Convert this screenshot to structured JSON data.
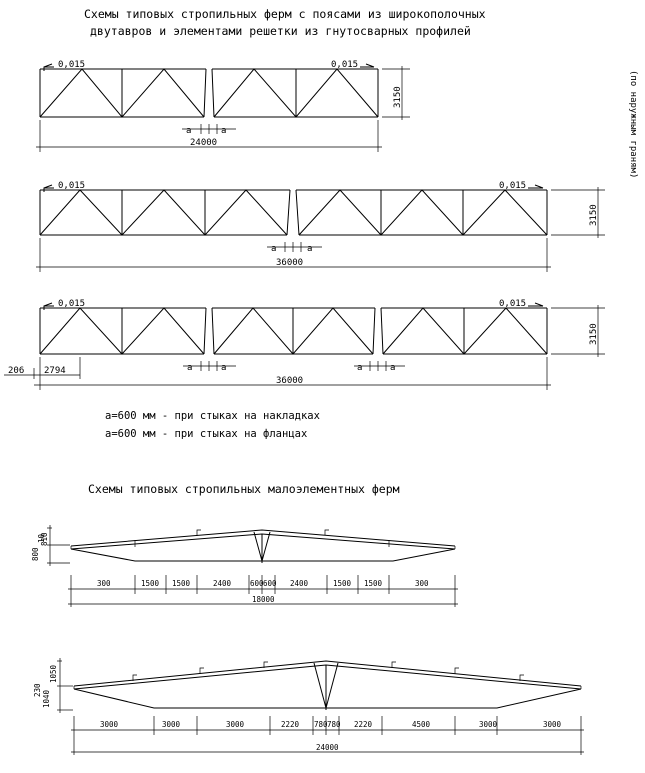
{
  "titles": {
    "section_1_line_1": "Схемы типовых стропильных ферм с поясами из широкополочных",
    "section_1_line_2": "двутавров и элементами решетки из гнутосварных профилей",
    "section_2": "Схемы типовых стропильных малоэлементных ферм"
  },
  "slope_label": "0,015",
  "joint_gap_label": "а",
  "side_note": "(по наружным граням)",
  "trusses": [
    {
      "span_label": "24000",
      "height_label": "3150"
    },
    {
      "span_label": "36000",
      "height_label": "3150"
    },
    {
      "span_label": "36000",
      "height_label": "3150",
      "left_dims": [
        "206",
        "2794"
      ]
    }
  ],
  "notes": [
    "а=600 мм - при стыках на накладках",
    "а=600 мм - при стыках на фланцах"
  ],
  "small_trusses": [
    {
      "height_labels": [
        "10",
        "800",
        "810"
      ],
      "segments": [
        "300",
        "1500",
        "1500",
        "2400",
        "600",
        "600",
        "2400",
        "1500",
        "1500",
        "300"
      ],
      "total_label": "18000"
    },
    {
      "height_labels": [
        "1050",
        "1040",
        "230"
      ],
      "segments": [
        "3000",
        "3000",
        "3000",
        "2220",
        "780",
        "780",
        "2220",
        "4500",
        "3000",
        "3000"
      ],
      "total_label": "24000"
    }
  ]
}
